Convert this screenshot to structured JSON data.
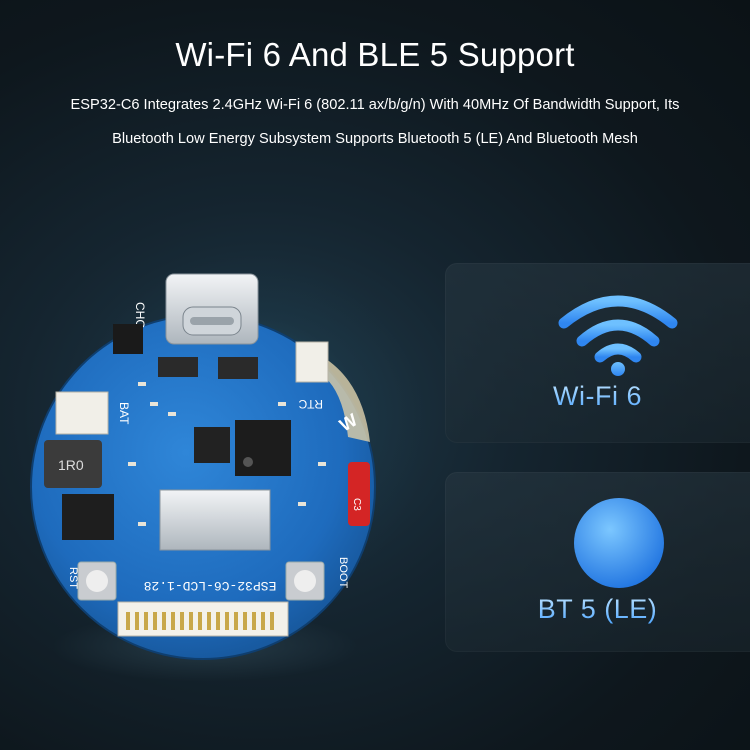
{
  "header": {
    "title": "Wi-Fi 6 And BLE 5 Support",
    "description_line1": "ESP32-C6 Integrates 2.4GHz Wi-Fi 6 (802.11 ax/b/g/n) With 40MHz Of Bandwidth Support, Its",
    "description_line2": "Bluetooth Low Energy Subsystem Supports Bluetooth 5 (LE) And Bluetooth Mesh"
  },
  "board": {
    "silkscreen_model": "ESP32-C6-LCD-1.28",
    "labels": {
      "chg": "CHG",
      "bat": "BAT",
      "rtc": "RTC",
      "rst": "RST",
      "boot": "BOOT",
      "inductor": "1R0",
      "led": "C3"
    }
  },
  "features": [
    {
      "label": "Wi-Fi 6",
      "icon": "wifi-icon"
    },
    {
      "label": "BT 5 (LE)",
      "icon": "bluetooth-icon"
    }
  ],
  "colors": {
    "accent_blue": "#4ea6ff",
    "board_blue": "#1f6fc4",
    "background": "#121d24"
  }
}
